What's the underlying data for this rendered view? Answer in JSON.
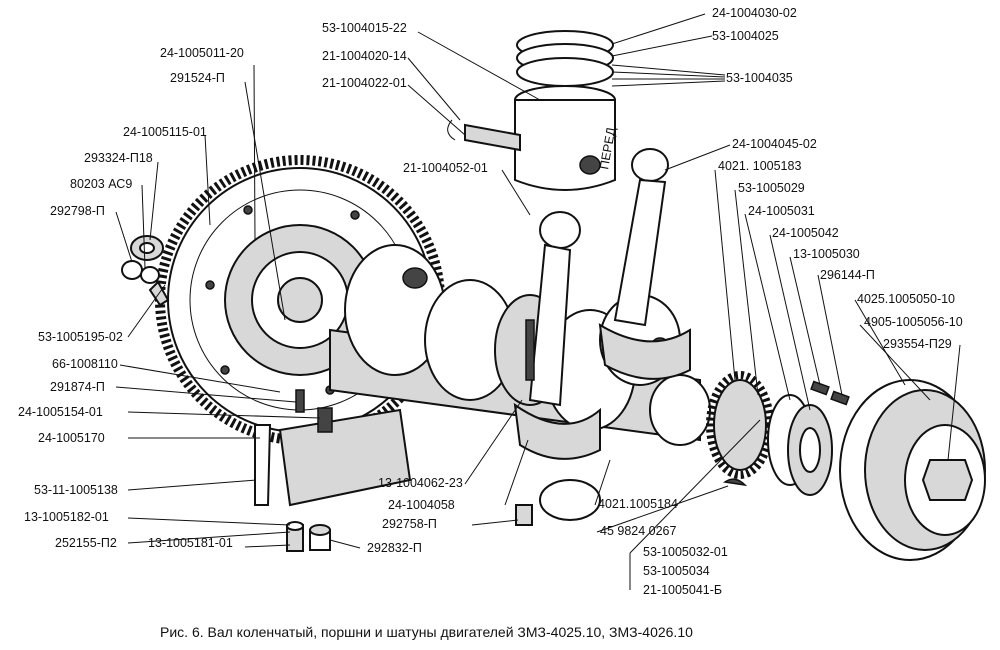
{
  "labels_left": [
    "24-1005011-20",
    "291524-П",
    "24-1005115-01",
    "293324-П18",
    "80203 АС9",
    "292798-П",
    "53-1005195-02",
    "66-1008110",
    "291874-П",
    "24-1005154-01",
    "24-1005170",
    "53-11-1005138",
    "13-1005182-01",
    "252155-П2",
    "13-1005181-01",
    "292832-П"
  ],
  "labels_top": [
    "53-1004015-22",
    "21-1004020-14",
    "21-1004022-01",
    "21-1004052-01",
    "24-1004030-02",
    "53-1004025",
    "53-1004035"
  ],
  "labels_right": [
    "24-1004045-02",
    "4021. 1005183",
    "53-1005029",
    "24-1005031",
    "24-1005042",
    "13-1005030",
    "296144-П",
    "4025.1005050-10",
    "4905-1005056-10",
    "293554-П29"
  ],
  "labels_bottom": [
    "13-1004062-23",
    "24-1004058",
    "292758-П",
    "4021.1005184",
    "45 9824 0267",
    "53-1005032-01",
    "53-1005034",
    "21-1005041-Б"
  ],
  "caption": "Рис. 6. Вал коленчатый, поршни и шатуны двигателей ЗМЗ-4025.10, ЗМЗ-4026.10",
  "piston_mark": "ПЕРЕД"
}
